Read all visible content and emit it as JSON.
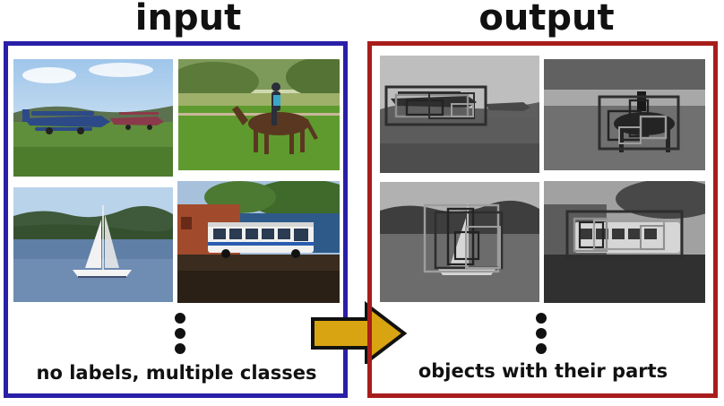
{
  "input_panel": {
    "title": "input",
    "caption": "no labels, multiple classes",
    "border_color": "#2a1fa8"
  },
  "output_panel": {
    "title": "output",
    "caption": "objects with their parts",
    "border_color": "#a81c1c"
  },
  "images": [
    "airplanes",
    "horse-rider",
    "sailboat",
    "bus"
  ],
  "arrow_color": "#d9a412",
  "box_colors": {
    "object": "#cc1111",
    "part_green": "#33cc44",
    "part_blue": "#1a22cc",
    "part_cyan": "#22d6e8"
  }
}
